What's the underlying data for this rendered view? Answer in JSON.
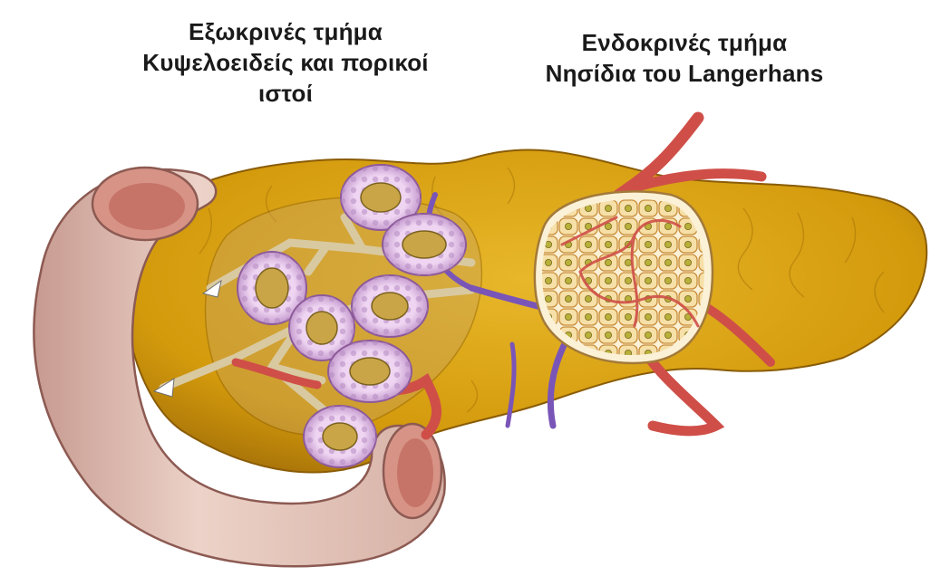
{
  "exocrine": {
    "line1": "Εξωκρινές τμήμα",
    "line2": "Κυψελοειδείς και πορικοί",
    "line3": "ιστοί"
  },
  "endocrine": {
    "line1": "Ενδοκρινές τμήμα",
    "line2": "Νησίδια του Langerhans"
  },
  "colors": {
    "pancreas": "#d9a20a",
    "pancreas_dark": "#9c6c0a",
    "duodenum": "#e3c3b8",
    "duodenum_inner": "#c98478",
    "acinus": "#e8c8ee",
    "acinus_core": "#c9a547",
    "artery": "#d8504a",
    "vein": "#7a55b8",
    "islet": "#f3d9a6"
  }
}
